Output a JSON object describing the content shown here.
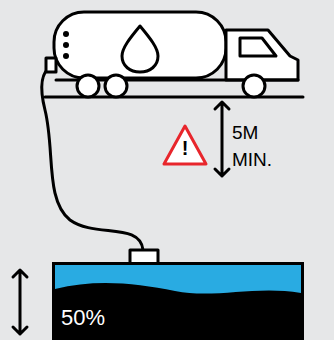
{
  "diagram": {
    "nodes": [
      {
        "text": [
          "50%"
        ]
      }
    ],
    "labels": [
      "5M MIN.",
      "!"
    ]
  }
}
